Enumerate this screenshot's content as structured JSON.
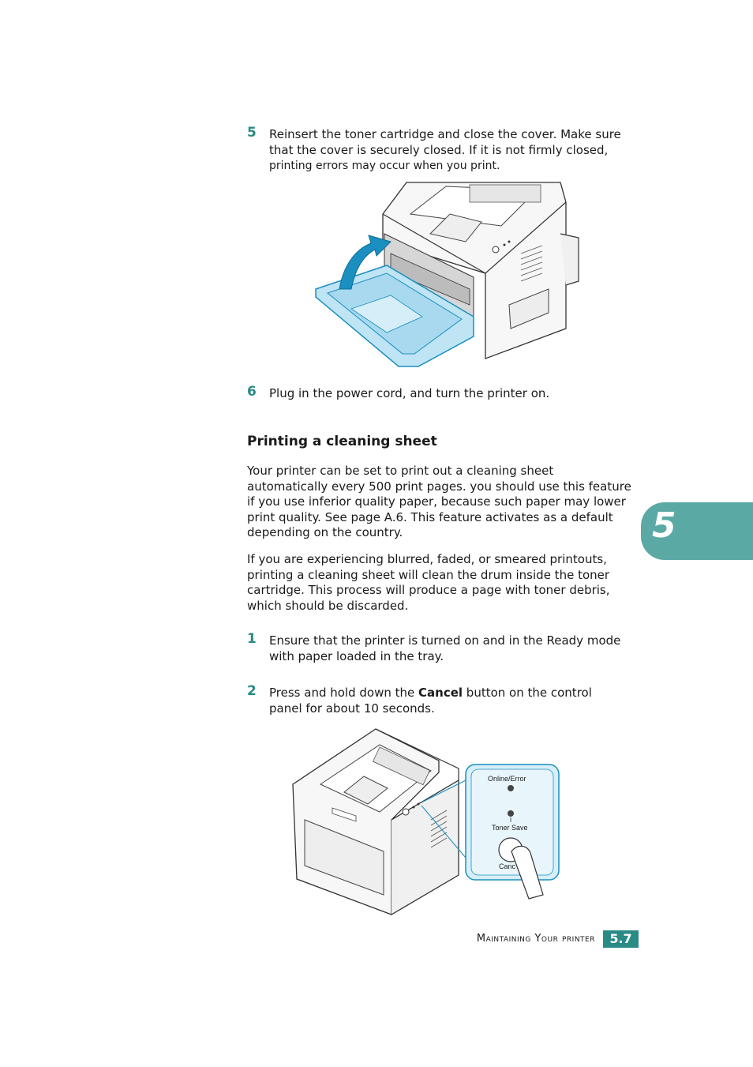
{
  "steps_top": [
    {
      "num": "5",
      "line1": "Reinsert the toner cartridge and close the cover. Make sure",
      "line2": "that the cover is securely closed. If it is not firmly closed,",
      "line3": "printing errors may occur when you print."
    },
    {
      "num": "6",
      "line1": "Plug in the power cord, and turn the printer on."
    }
  ],
  "section": {
    "heading": "Printing a cleaning sheet",
    "para1": "Your printer can be set to print out a cleaning sheet automatically every 500 print pages. you should use this feature if you use inferior quality paper, because such paper may lower print quality. See page A.6. This feature activates as a default depending on the country.",
    "para2": "If you are experiencing blurred, faded, or smeared printouts, printing a cleaning sheet will clean the drum inside the toner cartridge. This process will produce a page with toner debris, which should be discarded."
  },
  "steps_bottom": [
    {
      "num": "1",
      "line1": "Ensure that the printer is turned on and in the Ready mode",
      "line2": "with paper loaded in the tray."
    },
    {
      "num": "2",
      "line1_pre": "Press and hold down the ",
      "line1_bold": "Cancel",
      "line1_post": " button on the control",
      "line2": "panel for about 10 seconds."
    }
  ],
  "control_panel": {
    "online_error": "Online/Error",
    "toner_save": "Toner Save",
    "cancel": "Canc"
  },
  "chapter_tab": "5",
  "footer": {
    "label": "Maintaining Your printer",
    "page": "5.7"
  },
  "colors": {
    "accent": "#2a8a86",
    "tab": "#5aa9a5",
    "illustration_blue": "#bfe4f4"
  }
}
